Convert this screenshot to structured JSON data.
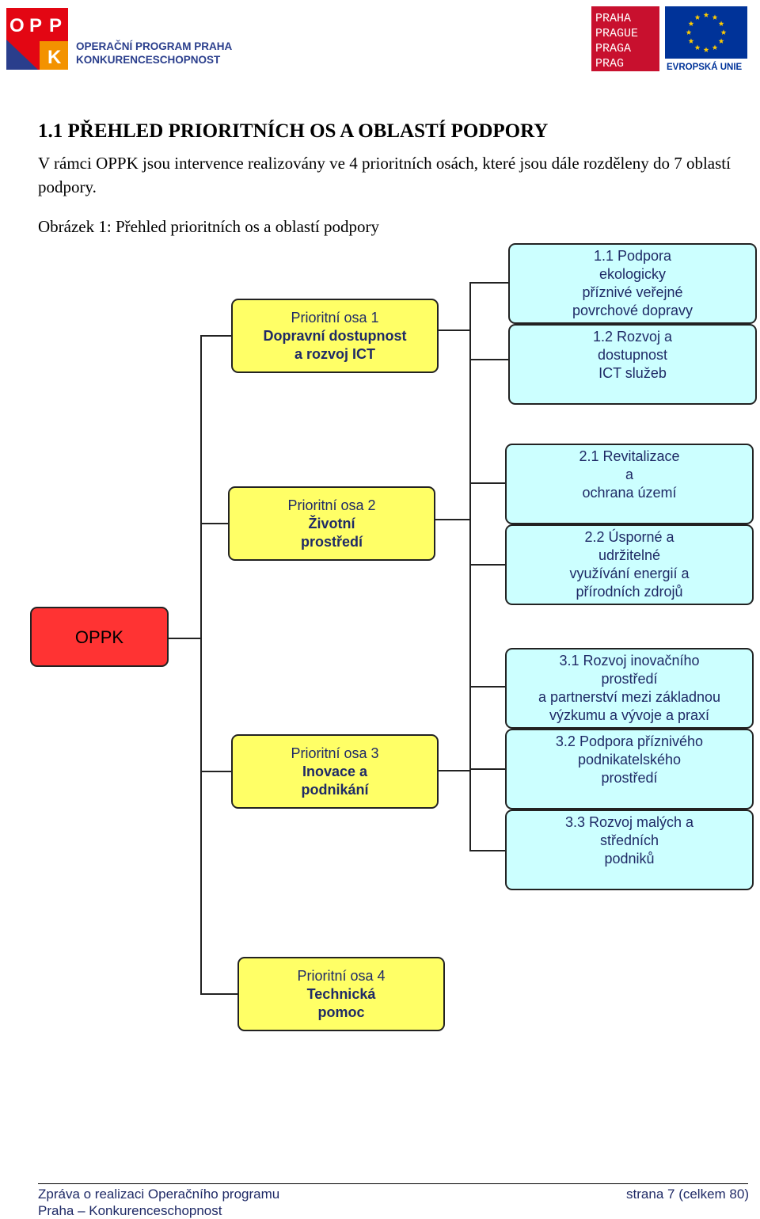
{
  "header": {
    "oppk_logo_letters": [
      "O",
      "P",
      "P",
      "K"
    ],
    "program_name_line1": "OPERAČNÍ PROGRAM PRAHA",
    "program_name_line2": "KONKURENCESCHOPNOST",
    "praha_logo_rows": [
      "PRAHA",
      "PRAGUE",
      "PRAGA",
      "PRAG"
    ],
    "eu_label": "EVROPSKÁ UNIE"
  },
  "section": {
    "heading": "1.1 PŘEHLED PRIORITNÍCH OS A OBLASTÍ PODPORY",
    "intro": "V rámci OPPK jsou intervence realizovány ve 4 prioritních osách, které jsou dále rozděleny do 7 oblastí podpory.",
    "figure_caption": "Obrázek 1: Přehled prioritních os a oblastí podpory"
  },
  "diagram": {
    "root": "OPPK",
    "axes": [
      {
        "line1": "Prioritní osa 1",
        "line2": "Dopravní dostupnost",
        "line3": "a  rozvoj ICT",
        "areas": [
          {
            "lines": [
              "1.1 Podpora",
              "ekologicky",
              "příznivé veřejné",
              "povrchové dopravy"
            ]
          },
          {
            "lines": [
              "1.2 Rozvoj a",
              "dostupnost",
              "ICT služeb"
            ]
          }
        ]
      },
      {
        "line1": "Prioritní osa 2",
        "line2": "Životní",
        "line3": "prostředí",
        "areas": [
          {
            "lines": [
              "2.1 Revitalizace",
              "a",
              "ochrana území"
            ]
          },
          {
            "lines": [
              "2.2 Úsporné a",
              "udržitelné",
              "využívání energií a",
              "přírodních zdrojů"
            ]
          }
        ]
      },
      {
        "line1": "Prioritní osa 3",
        "line2": "Inovace a",
        "line3": "podnikání",
        "areas": [
          {
            "lines": [
              "3.1 Rozvoj inovačního",
              "prostředí",
              "a partnerství mezi základnou",
              "výzkumu a vývoje a praxí"
            ]
          },
          {
            "lines": [
              "3.2 Podpora příznivého",
              "podnikatelského",
              "prostředí"
            ]
          },
          {
            "lines": [
              "3.3 Rozvoj malých a",
              "středních",
              "podniků"
            ]
          }
        ]
      },
      {
        "line1": "Prioritní osa 4",
        "line2": "Technická",
        "line3": "pomoc",
        "areas": []
      }
    ]
  },
  "footer": {
    "left_line1": "Zpráva o realizaci Operačního programu",
    "left_line2": "Praha – Konkurenceschopnost",
    "right": "strana 7 (celkem 80)"
  },
  "colors": {
    "axis_fill": "#ffff66",
    "area_fill": "#ccffff",
    "root_fill": "#ff3333",
    "oppk_red": "#e30613",
    "oppk_orange": "#f39200",
    "oppk_blue": "#2a3e8c",
    "praha_red": "#c8102e",
    "eu_blue": "#003399",
    "eu_yellow": "#ffcc00"
  }
}
